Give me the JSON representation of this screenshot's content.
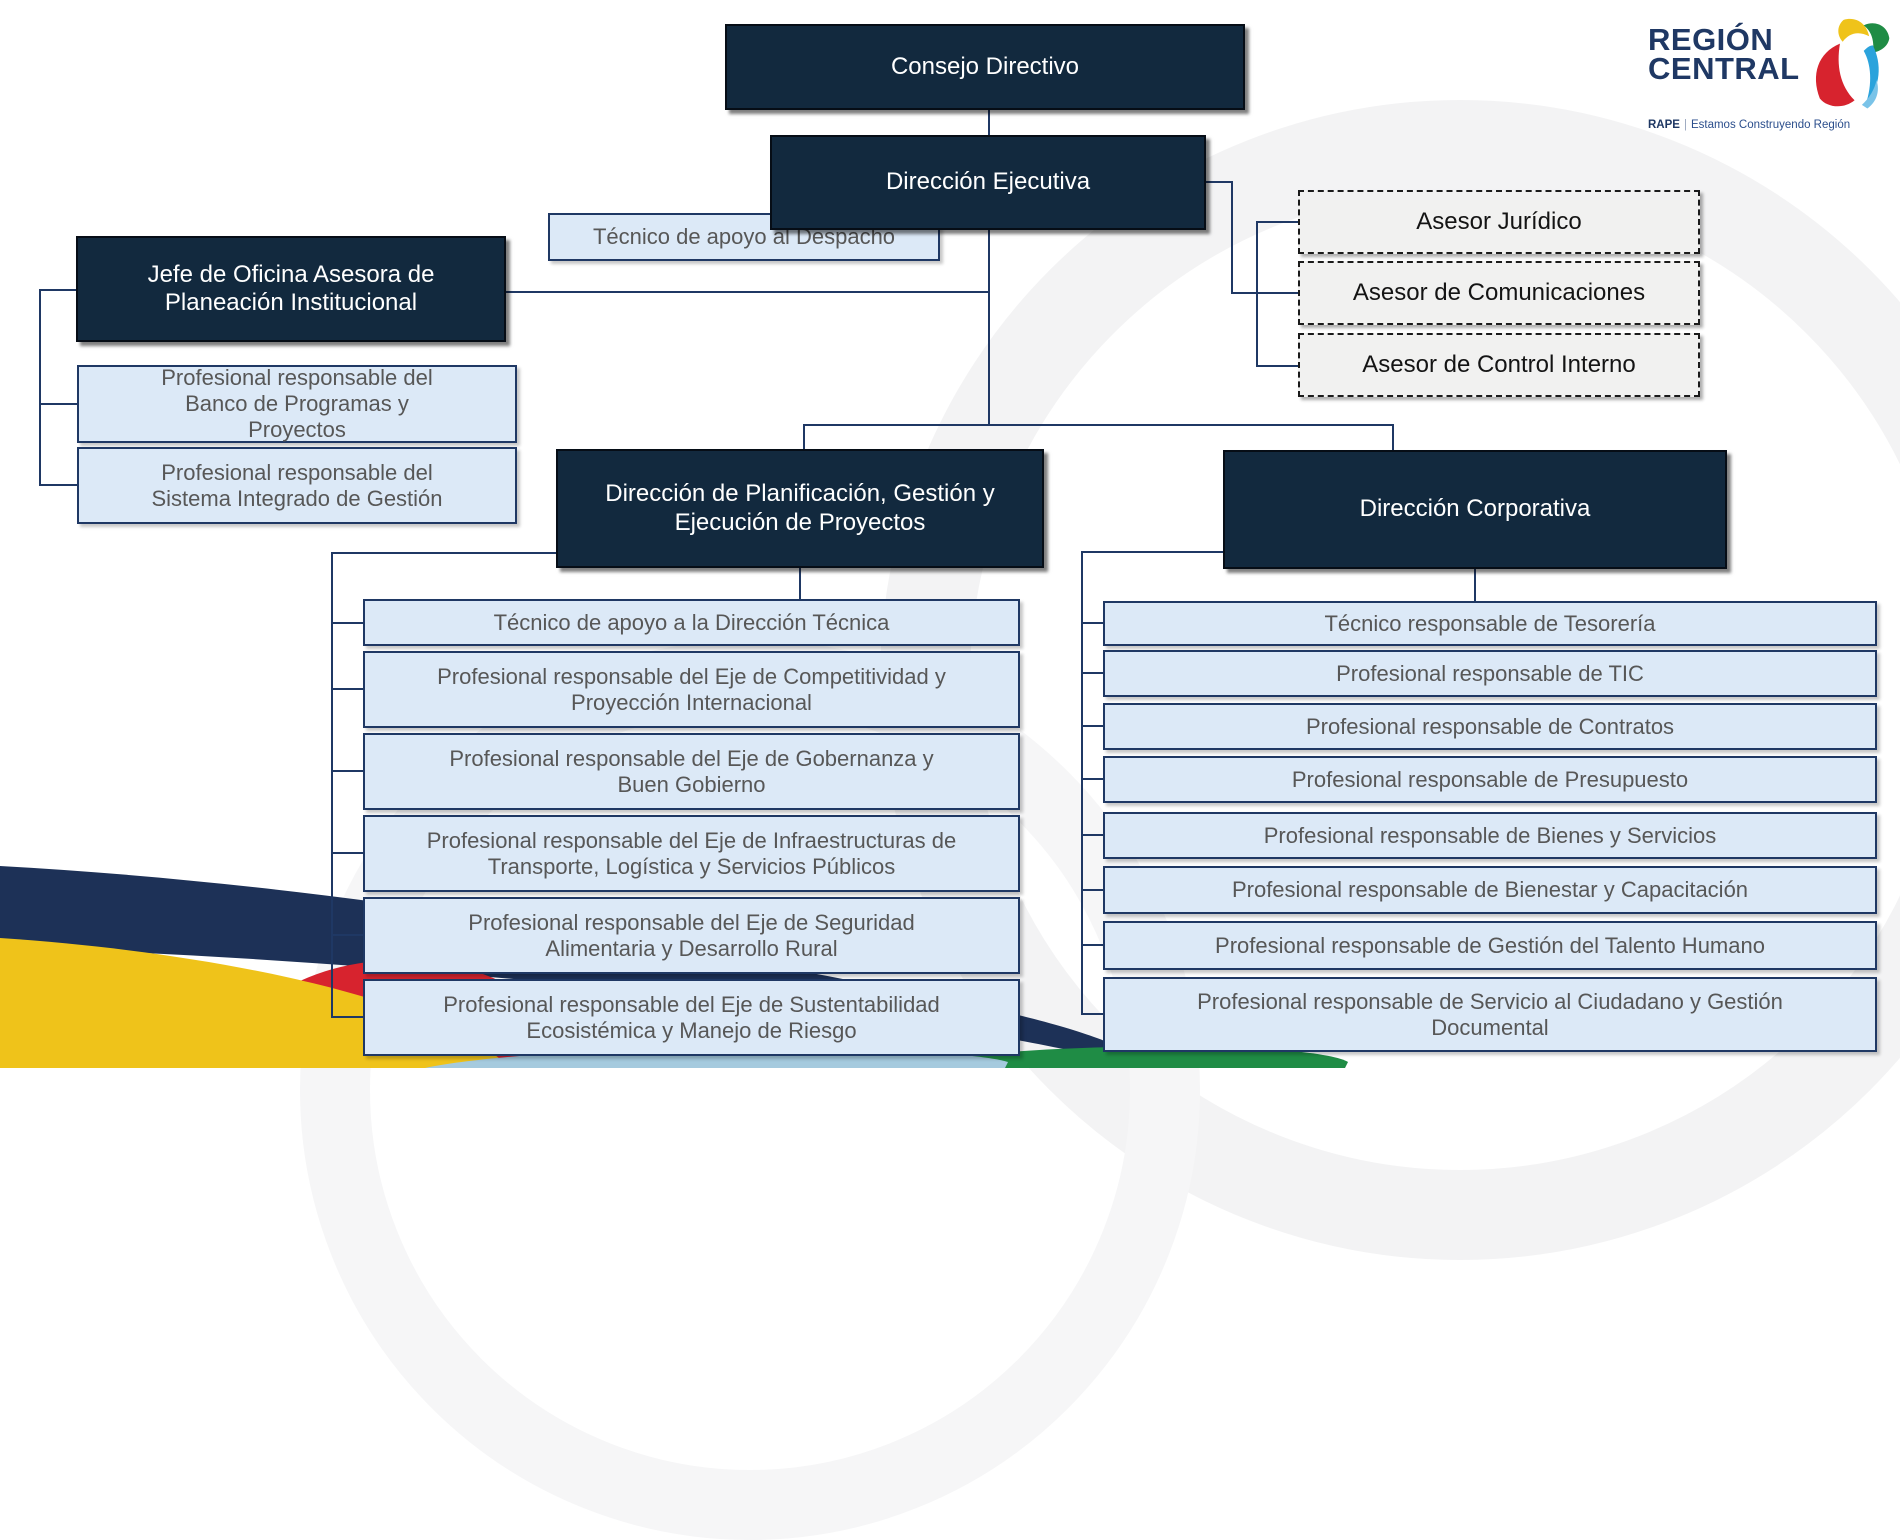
{
  "logo": {
    "line1": "REGIÓN",
    "line2": "CENTRAL",
    "brand": "RAPE",
    "separator": "|",
    "tagline": "Estamos Construyendo Región"
  },
  "chart": {
    "consejo": "Consejo Directivo",
    "direccion_ejecutiva": "Dirección Ejecutiva",
    "tecnico_despacho": "Técnico de apoyo al Despacho",
    "jefe_oficina": "Jefe de Oficina Asesora de Planeación Institucional",
    "asesores": [
      "Asesor Jurídico",
      "Asesor de Comunicaciones",
      "Asesor de Control Interno"
    ],
    "planeacion_equipo": [
      "Profesional responsable del Banco de Programas y Proyectos",
      "Profesional responsable del Sistema Integrado de Gestión"
    ],
    "direccion_planificacion": "Dirección de Planificación, Gestión y Ejecución de Proyectos",
    "direccion_corporativa": "Dirección Corporativa",
    "planificacion_equipo": [
      "Técnico de apoyo a la Dirección Técnica",
      "Profesional responsable del Eje de Competitividad y Proyección Internacional",
      "Profesional responsable del Eje de Gobernanza y Buen Gobierno",
      "Profesional responsable del Eje de Infraestructuras de Transporte, Logística y Servicios Públicos",
      "Profesional responsable del Eje de Seguridad Alimentaria y Desarrollo Rural",
      "Profesional responsable del Eje de Sustentabilidad Ecosistémica y Manejo de Riesgo"
    ],
    "corporativa_equipo": [
      "Técnico responsable de Tesorería",
      "Profesional responsable de TIC",
      "Profesional responsable de Contratos",
      "Profesional responsable de Presupuesto",
      "Profesional responsable de Bienes y Servicios",
      "Profesional responsable de Bienestar y Capacitación",
      "Profesional responsable de Gestión del Talento Humano",
      "Profesional responsable de Servicio al Ciudadano y Gestión Documental"
    ]
  },
  "colors": {
    "dark_box": "#12293E",
    "light_box_bg": "#DCE9F7",
    "light_box_border": "#1F3864",
    "advisor_bg": "#F1F1F0",
    "connector": "#1F3864",
    "text_light": "#FFFFFF",
    "text_gray": "#575757",
    "logo_navy": "#1F3864",
    "paint_navy": "#1D3157",
    "paint_yellow": "#EFC31A",
    "paint_red": "#D7232E",
    "paint_blue": "#A5CADE",
    "paint_green": "#1F8C45"
  }
}
